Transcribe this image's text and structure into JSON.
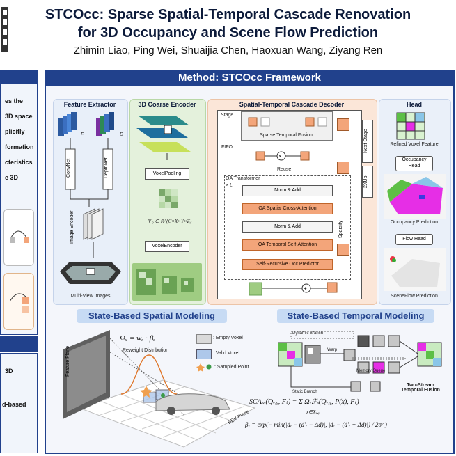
{
  "header": {
    "title_line1": "STCOcc: Sparse Spatial-Temporal Cascade Renovation",
    "title_line2": "for 3D Occupancy and Scene Flow Prediction",
    "authors": "Zhimin Liao, Ping Wei, Shuaijia Chen, Haoxuan Wang, Ziyang Ren"
  },
  "left_column": {
    "lines": [
      "es the",
      "3D space",
      "plicitly",
      "formation",
      "cteristics",
      "e 3D"
    ],
    "lower_lines": [
      "3D",
      "d-based"
    ]
  },
  "method": {
    "title": "Method: STCOcc Framework",
    "feature_extractor": {
      "title": "Feature Extractor",
      "convnet": "ConvNet",
      "depthnet": "DepthNet",
      "image_encoder": "Image Encoder",
      "multiview": "Multi-View Images",
      "f_label": "F",
      "d_label": "D"
    },
    "coarse_encoder": {
      "title": "3D Coarse Encoder",
      "voxel_pooling": "VoxelPooling",
      "voxel_encoder": "VoxelEncoder",
      "v_formula": "Vⁱ₀ ∈ ℝ^{C×X×Y×Z}"
    },
    "decoder": {
      "title": "Spatial-Temporal Cascade Decoder",
      "stage": "Stage",
      "sparse_temporal_fusion": "Sparse Temporal Fusion",
      "fifo": "FIFO",
      "reuse": "Reuse",
      "oa_transformer": "OA Transformer",
      "times_l": "× L",
      "norm_add_1": "Norm & Add",
      "oa_spatial_cross": "OA Spatial Cross-Attention",
      "norm_add_2": "Norm & Add",
      "oa_temporal_self": "OA Temporal Self-Attention",
      "self_recursive": "Self-Recursive Occ Predictor",
      "next_stage": "Next Stage",
      "zxup": "2XUp",
      "sparsify": "Sparsify"
    },
    "head": {
      "title": "Head",
      "refined": "Refined Voxel Feature",
      "occ_head": "Occupancy Head",
      "occ_pred": "Occupancy Prediction",
      "flow_head": "Flow Head",
      "sceneflow": "SceneFlow Prediction"
    },
    "spatial": {
      "title": "State-Based Spatial Modeling",
      "feature_plane": "Feature Plane",
      "formula": "Ωₓ = wₓ · βₓ",
      "reweight": "Reweight Distribution",
      "bev_plane": "BEV Plane",
      "legend_empty": ": Empty Voxel",
      "legend_valid": ": Valid Voxel",
      "legend_sampled": ": Sampled Point"
    },
    "temporal": {
      "title": "State-Based Temporal Modeling",
      "dynamic_branch": "Dynamic Branch",
      "static_branch": "Static Branch",
      "warp": "Warp",
      "memory_queue": "Memory Queue",
      "two_stream": "Two-Stream",
      "temporal_fusion": "Temporal Fusion"
    },
    "formula_sca": "SCAₒₐ(Qₓ,ᵧ, Fₜ) = Σ Ωₓℱₔ(Qₓ,ᵧ, P(x), Fₜ)",
    "formula_sca_sub": "x∈Xₓ,ᵧ",
    "formula_beta": "βₓ = exp(− min(|dᵣ − (d′ᵣ − Δd)|, |dᵣ − (d′ᵣ + Δd)|) / 2σ² )"
  },
  "colors": {
    "navy": "#21418c",
    "light_blue": "#c7dbf4",
    "orange": "#f3a57a",
    "green_bg": "#e4f1dc",
    "orange_bg": "#fbe6d8",
    "purple": "#e62ee6"
  }
}
